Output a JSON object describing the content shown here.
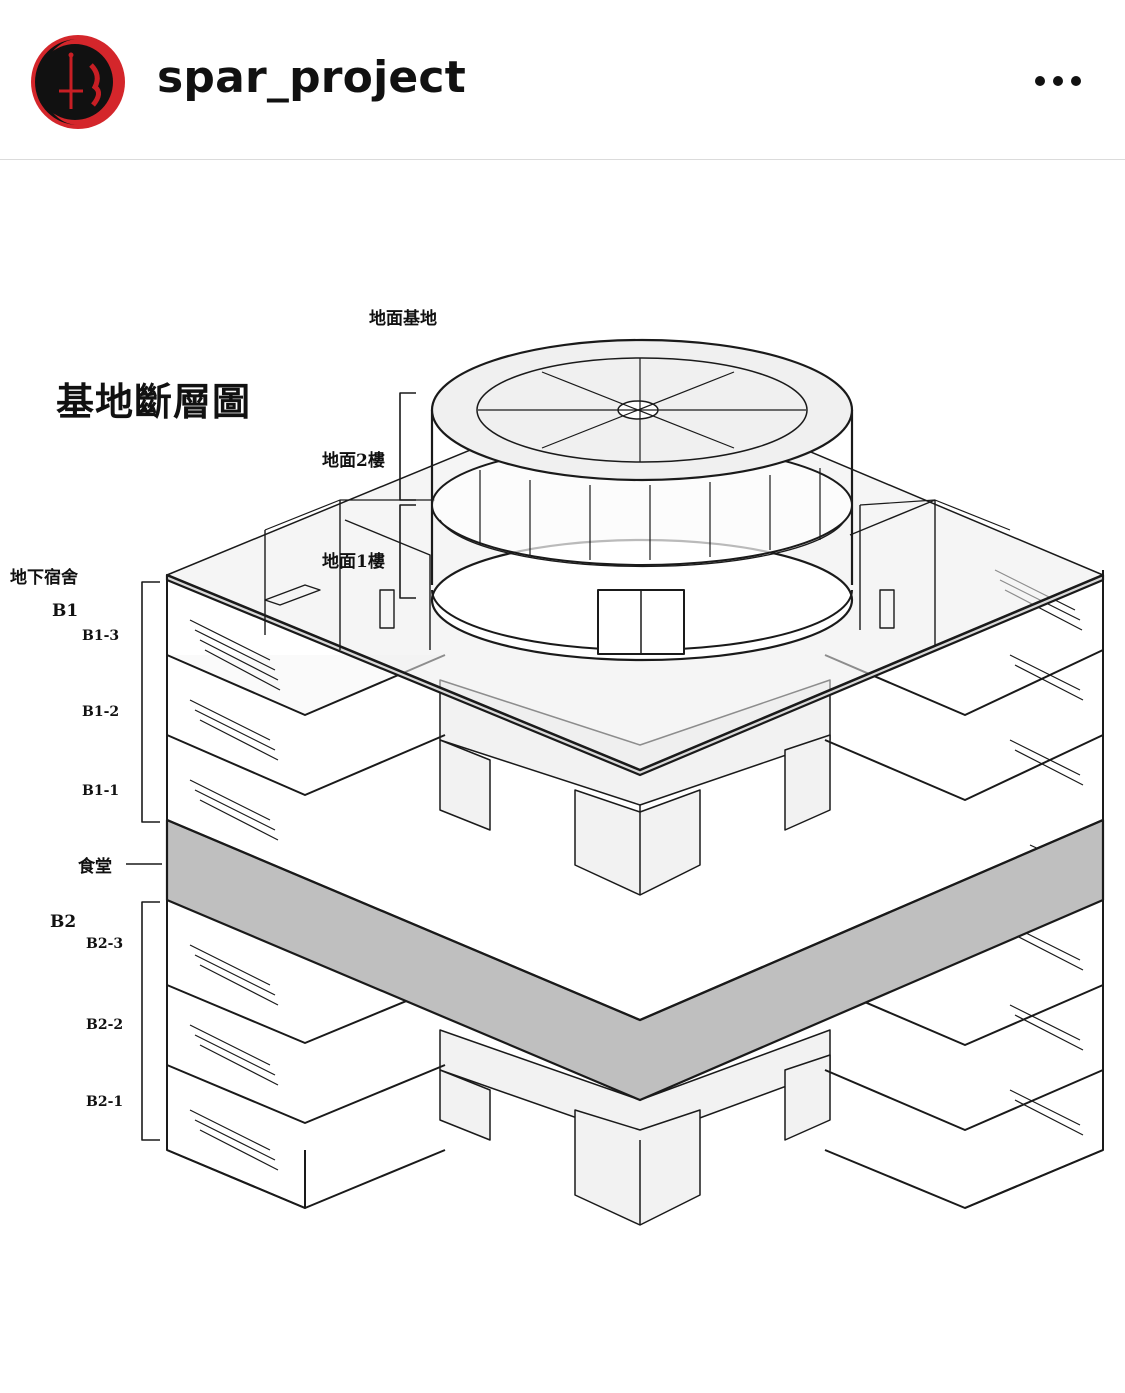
{
  "post": {
    "username": "spar_project",
    "more_icon": "more-horizontal-icon",
    "avatar_colors": {
      "ring": "#d4262b",
      "fill": "#111111",
      "accent": "#c81e24"
    }
  },
  "diagram": {
    "title": "基地斷層圖",
    "top_label": "地面基地",
    "floor_labels": {
      "ground_2f": "地面2樓",
      "ground_1f": "地面1樓",
      "dorm": "地下宿舍",
      "b1": "B1",
      "b1_3": "B1-3",
      "b1_2": "B1-2",
      "b1_1": "B1-1",
      "canteen": "食堂",
      "b2": "B2",
      "b2_3": "B2-3",
      "b2_2": "B2-2",
      "b2_1": "B2-1"
    },
    "colors": {
      "line": "#1a1a1a",
      "slab": "#d9d9d9",
      "band": "#bfbfbf",
      "glass": "#ededed"
    }
  }
}
